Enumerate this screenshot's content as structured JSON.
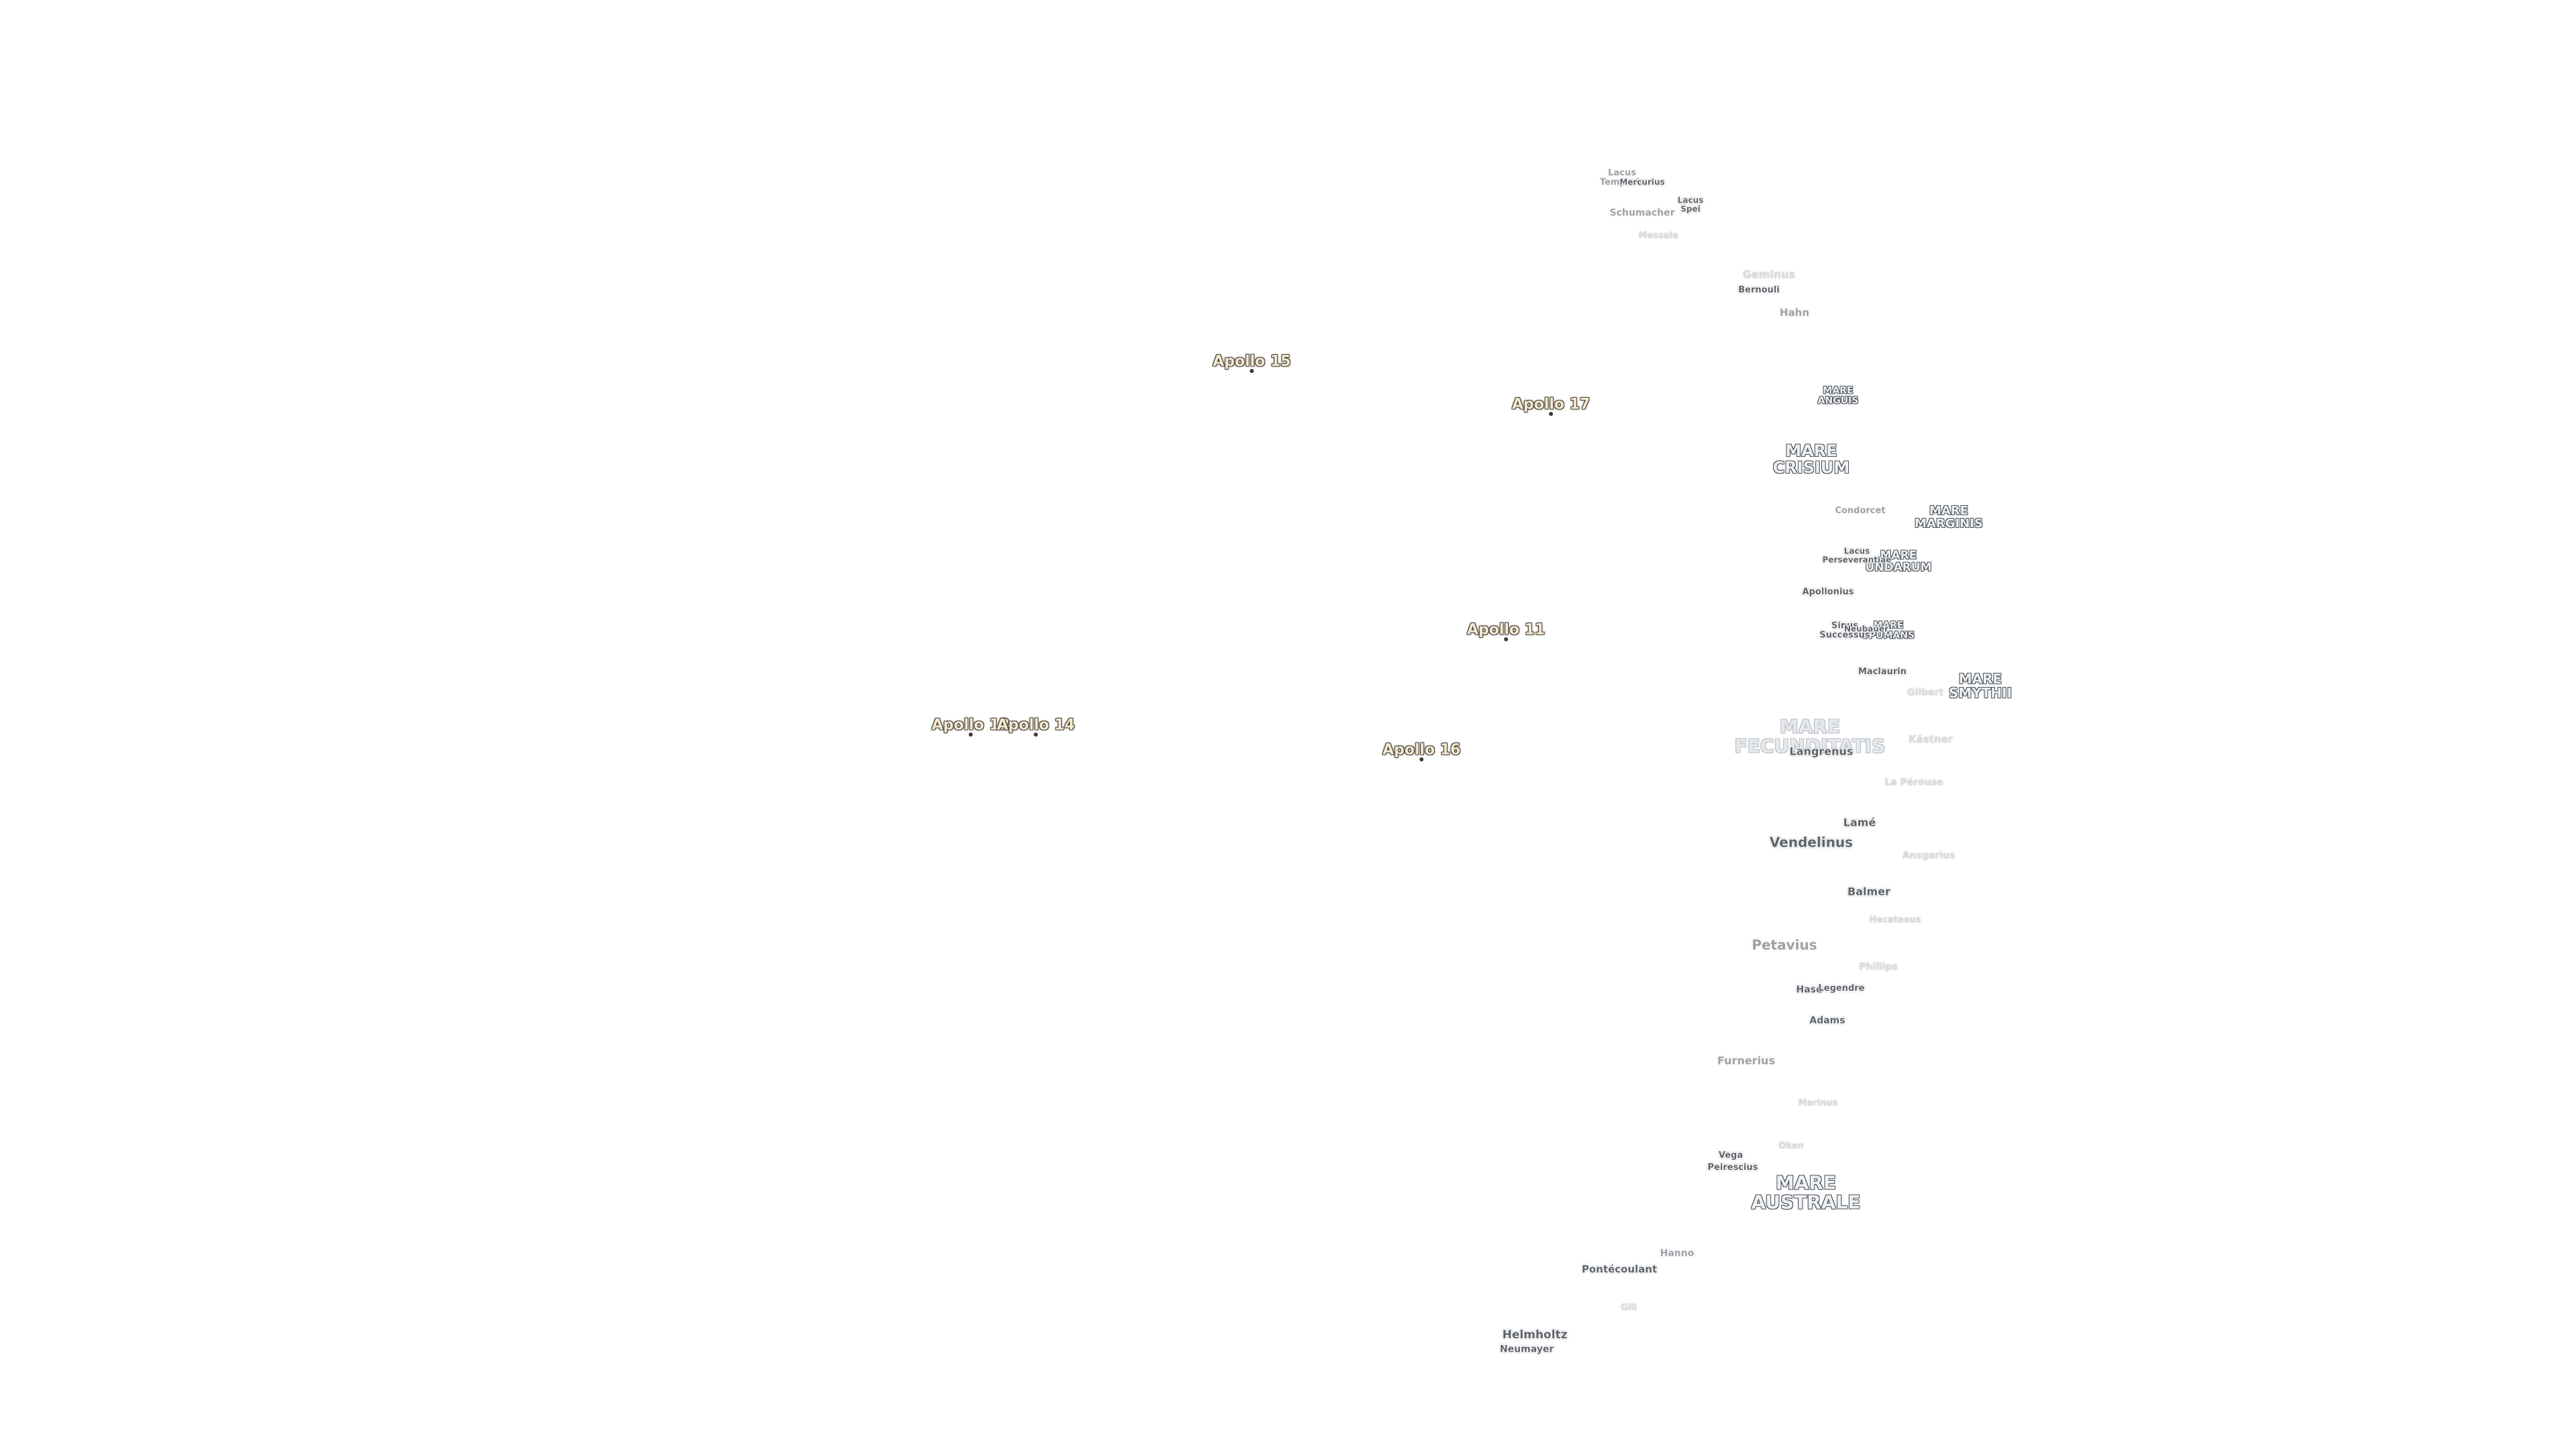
{
  "mare": [
    {
      "id": "mare-crisium",
      "label": "MARE\nCRISIUM",
      "size": 24
    },
    {
      "id": "mare-anguis",
      "label": "MARE\nANGUIS",
      "size": 14
    },
    {
      "id": "mare-marginis",
      "label": "MARE\nMARGINIS",
      "size": 18
    },
    {
      "id": "mare-undarum",
      "label": "MARE\nUNDARUM",
      "size": 17
    },
    {
      "id": "mare-spumans",
      "label": "MARE\nSPUMANS",
      "size": 14
    },
    {
      "id": "mare-smythii",
      "label": "MARE\nSMYTHII",
      "size": 20
    },
    {
      "id": "mare-fecunditatis",
      "label": "MARE\nFECUNDITATIS",
      "size": 28
    },
    {
      "id": "mare-australe",
      "label": "MARE\nAUSTRALE",
      "size": 28
    }
  ],
  "craters": [
    {
      "id": "lacus-temporis",
      "label": "Lacus\nTemporis",
      "size": 13
    },
    {
      "id": "mercurius",
      "label": "Mercurius",
      "size": 12
    },
    {
      "id": "lacus-spei",
      "label": "Lacus\nSpei",
      "size": 12
    },
    {
      "id": "schumacher",
      "label": "Schumacher",
      "size": 14
    },
    {
      "id": "messala",
      "label": "Messala",
      "size": 13
    },
    {
      "id": "geminus",
      "label": "Geminus",
      "size": 16
    },
    {
      "id": "bernouli",
      "label": "Bernouli",
      "size": 13
    },
    {
      "id": "hahn",
      "label": "Hahn",
      "size": 15
    },
    {
      "id": "condorcet",
      "label": "Condorcet",
      "size": 13
    },
    {
      "id": "lacus-perseverantiae",
      "label": "Lacus\nPerseverantiae",
      "size": 12
    },
    {
      "id": "apollonius",
      "label": "Apollonius",
      "size": 13
    },
    {
      "id": "sinus-successus",
      "label": "Sinus\nSuccessus",
      "size": 13
    },
    {
      "id": "neubauer",
      "label": "Neubauer",
      "size": 12
    },
    {
      "id": "macl-ocean",
      "label": "Maclaurin",
      "size": 13
    },
    {
      "id": "gilbert",
      "label": "Gilbert",
      "size": 14
    },
    {
      "id": "langrenus",
      "label": "Langrenus",
      "size": 16
    },
    {
      "id": "kastner",
      "label": "Kästner",
      "size": 15
    },
    {
      "id": "la-perouse",
      "label": "La Pérouse",
      "size": 14
    },
    {
      "id": "lame",
      "label": "Lamé",
      "size": 16
    },
    {
      "id": "vendelinus",
      "label": "Vendelinus",
      "size": 20
    },
    {
      "id": "ansgarius",
      "label": "Ansgarius",
      "size": 14
    },
    {
      "id": "balmer",
      "label": "Balmer",
      "size": 16
    },
    {
      "id": "hecataeus",
      "label": "Hecataeus",
      "size": 13
    },
    {
      "id": "petavius",
      "label": "Petavius",
      "size": 20
    },
    {
      "id": "phillips",
      "label": "Phillips",
      "size": 14
    },
    {
      "id": "hase",
      "label": "Hase",
      "size": 14
    },
    {
      "id": "legendre",
      "label": "Legendre",
      "size": 13
    },
    {
      "id": "adams",
      "label": "Adams",
      "size": 14
    },
    {
      "id": "furnerius",
      "label": "Furnerius",
      "size": 16
    },
    {
      "id": "marinus",
      "label": "Marinus",
      "size": 13
    },
    {
      "id": "oken",
      "label": "Oken",
      "size": 13
    },
    {
      "id": "vega",
      "label": "Vega",
      "size": 13
    },
    {
      "id": "peirescius",
      "label": "Peirescius",
      "size": 13
    },
    {
      "id": "hanno",
      "label": "Hanno",
      "size": 14
    },
    {
      "id": "pontecoulant",
      "label": "Pontécoulant",
      "size": 15
    },
    {
      "id": "gill",
      "label": "Gill",
      "size": 13
    },
    {
      "id": "helmholtz",
      "label": "Helmholtz",
      "size": 17
    },
    {
      "id": "neumayer",
      "label": "Neumayer",
      "size": 14
    }
  ],
  "apollo": [
    {
      "id": "apollo-15",
      "label": "Apollo 15"
    },
    {
      "id": "apollo-17",
      "label": "Apollo 17"
    },
    {
      "id": "apollo-11",
      "label": "Apollo 11"
    },
    {
      "id": "apollo-12",
      "label": "Apollo 12"
    },
    {
      "id": "apollo-14",
      "label": "Apollo 14"
    },
    {
      "id": "apollo-16",
      "label": "Apollo 16"
    }
  ]
}
